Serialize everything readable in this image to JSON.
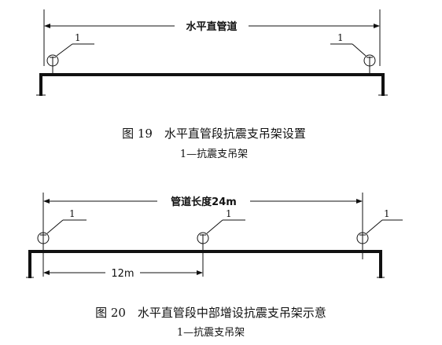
{
  "figure19": {
    "span_label": "水平直管道",
    "hanger_numbers": [
      "1",
      "1"
    ],
    "caption": "图 19　水平直管段抗震支吊架设置",
    "legend": "1—抗震支吊架"
  },
  "figure20": {
    "span_label": "管道长度24m",
    "hanger_numbers": [
      "1",
      "1",
      "1"
    ],
    "spacing_label": "12m",
    "caption": "图 20　水平直管段中部增设抗震支吊架示意",
    "legend": "1—抗震支吊架"
  }
}
